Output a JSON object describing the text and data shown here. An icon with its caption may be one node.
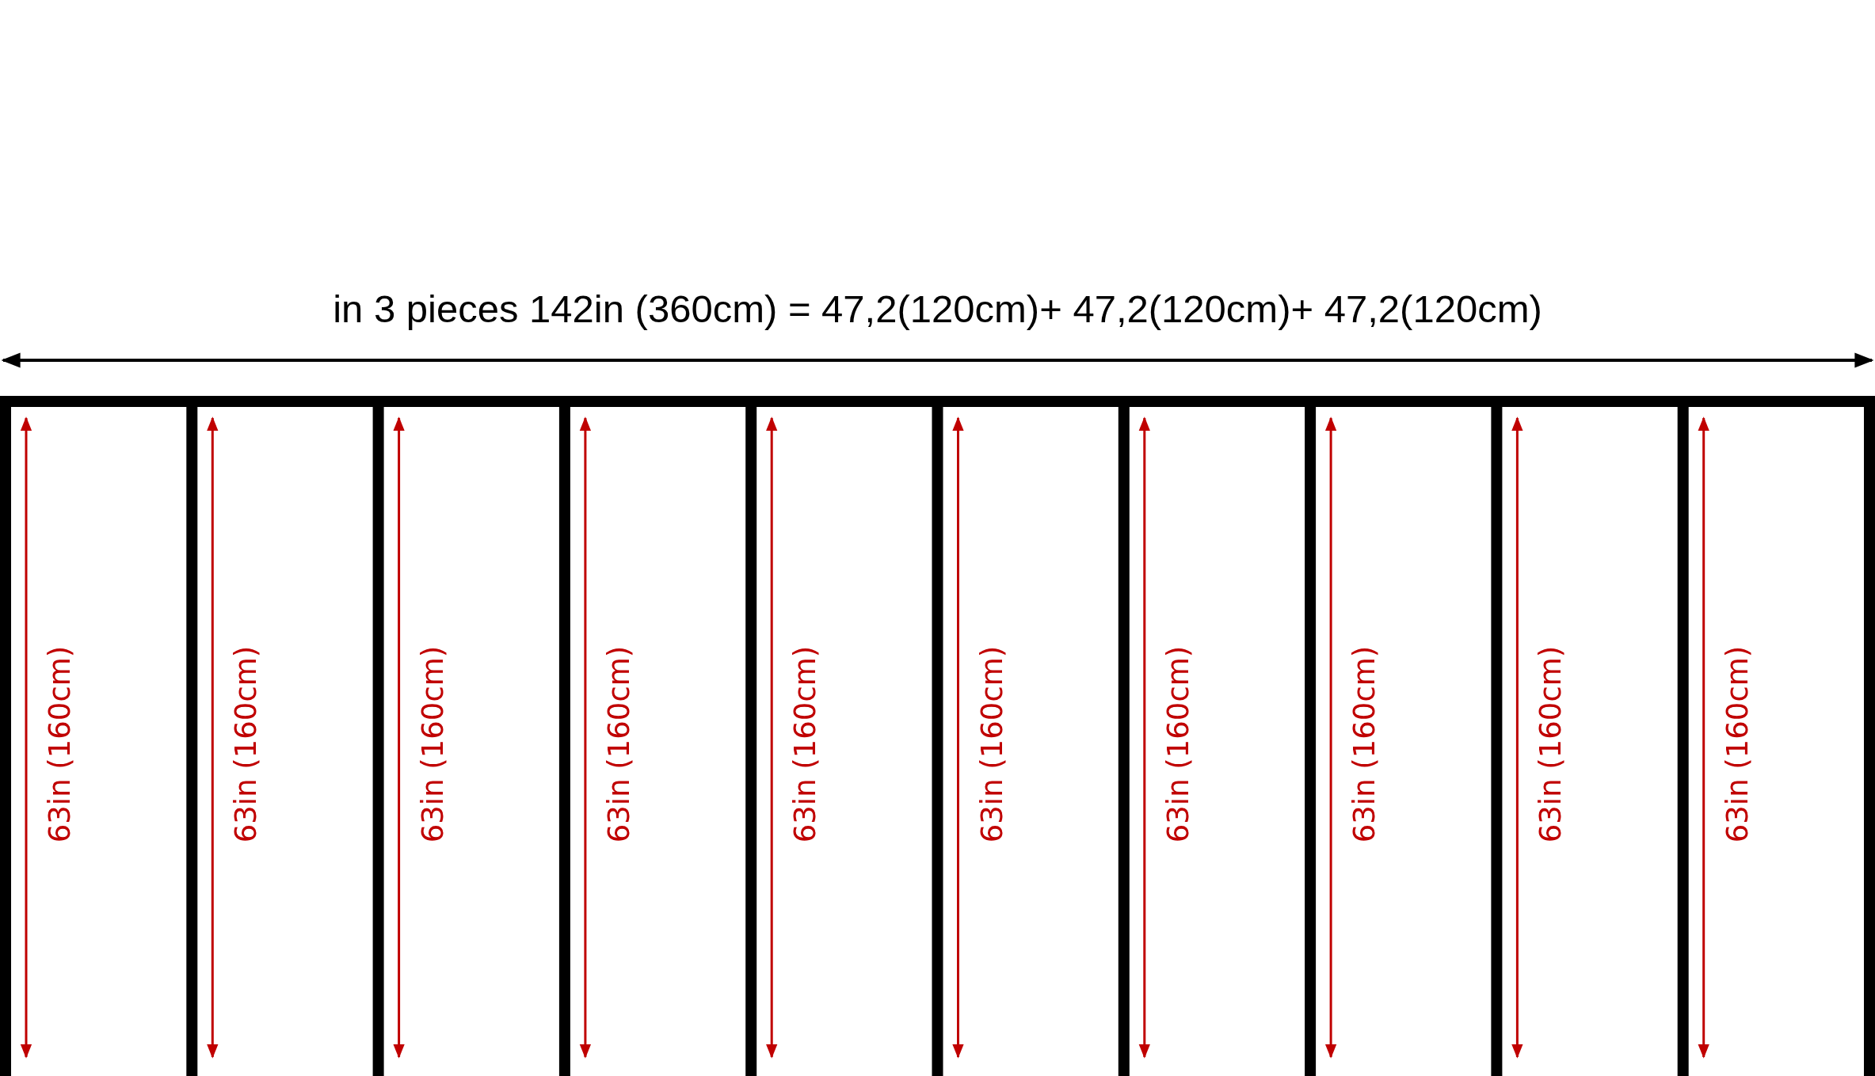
{
  "diagram": {
    "labels": [
      "in 3 pieces 142in (360cm) = 47,2(120cm)+ 47,2(120cm)+ 47,2(120cm)",
      "63in (160cm)",
      "63in (160cm)",
      "63in (160cm)",
      "63in (160cm)",
      "63in (160cm)",
      "63in (160cm)",
      "63in (160cm)",
      "63in (160cm)",
      "63in (160cm)",
      "63in (160cm)"
    ]
  }
}
